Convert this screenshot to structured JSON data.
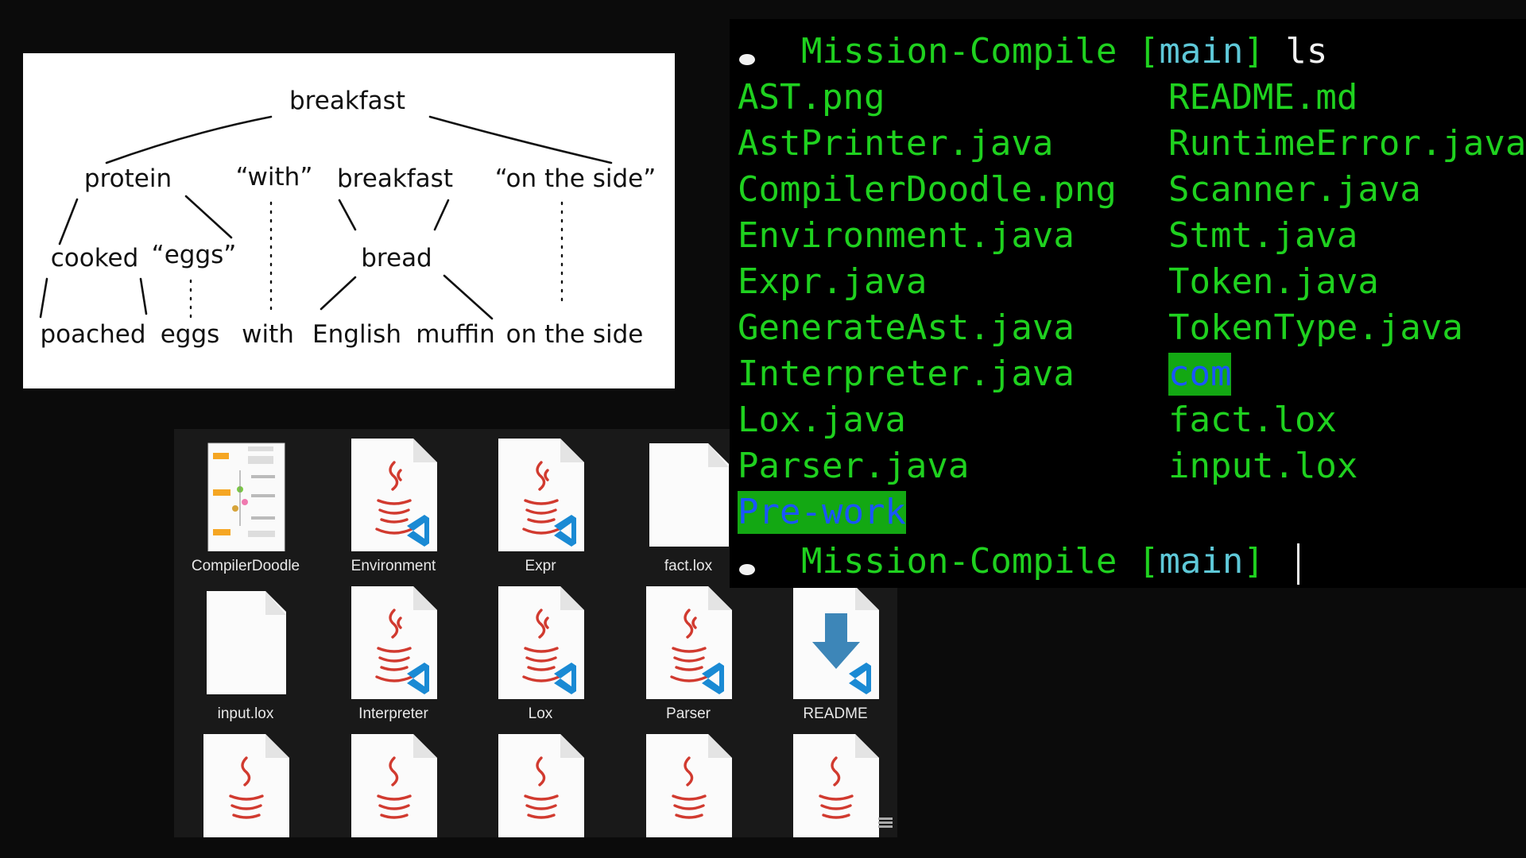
{
  "parse_tree": {
    "nodes": {
      "root": "breakfast",
      "protein": "protein",
      "with_quoted": "“with”",
      "breakfast_inner": "breakfast",
      "on_the_side_quoted": "“on the side”",
      "cooked": "cooked",
      "eggs_quoted": "“eggs”",
      "bread": "bread"
    },
    "sentence": {
      "w1": "poached",
      "w2": "eggs",
      "w3": "with",
      "w4": "English",
      "w5": "muffin",
      "w6": "on the side"
    }
  },
  "explorer": {
    "files": [
      {
        "label": "CompilerDoodle",
        "icon": "image-thumbnail-icon"
      },
      {
        "label": "Environment",
        "icon": "java-vscode-file-icon"
      },
      {
        "label": "Expr",
        "icon": "java-vscode-file-icon"
      },
      {
        "label": "fact.lox",
        "icon": "blank-file-icon"
      },
      {
        "label": "input.lox",
        "icon": "blank-file-icon"
      },
      {
        "label": "Interpreter",
        "icon": "java-vscode-file-icon"
      },
      {
        "label": "Lox",
        "icon": "java-vscode-file-icon"
      },
      {
        "label": "Parser",
        "icon": "java-vscode-file-icon"
      },
      {
        "label": "README",
        "icon": "markdown-vscode-file-icon"
      }
    ]
  },
  "terminal": {
    "prompt_dir": "Mission-Compile",
    "branch_open": "[",
    "branch": "main",
    "branch_close": "]",
    "command": "ls",
    "listing_col1": [
      "AST.png",
      "AstPrinter.java",
      "CompilerDoodle.png",
      "Environment.java",
      "Expr.java",
      "GenerateAst.java",
      "Interpreter.java",
      "Lox.java",
      "Parser.java"
    ],
    "listing_col1_dir": "Pre-work",
    "listing_col2": [
      "README.md",
      "RuntimeError.java",
      "Scanner.java",
      "Stmt.java",
      "Token.java",
      "TokenType.java"
    ],
    "listing_col2_dir": "com",
    "listing_col2_after": [
      "fact.lox",
      "input.lox"
    ]
  },
  "colors": {
    "terminal_green": "#1fd11f",
    "terminal_cyan": "#5ec8d8",
    "dir_highlight_bg": "#13a813",
    "dir_highlight_fg": "#1a55ff",
    "java_red": "#d13a2f",
    "vscode_blue": "#1a8ad4"
  }
}
